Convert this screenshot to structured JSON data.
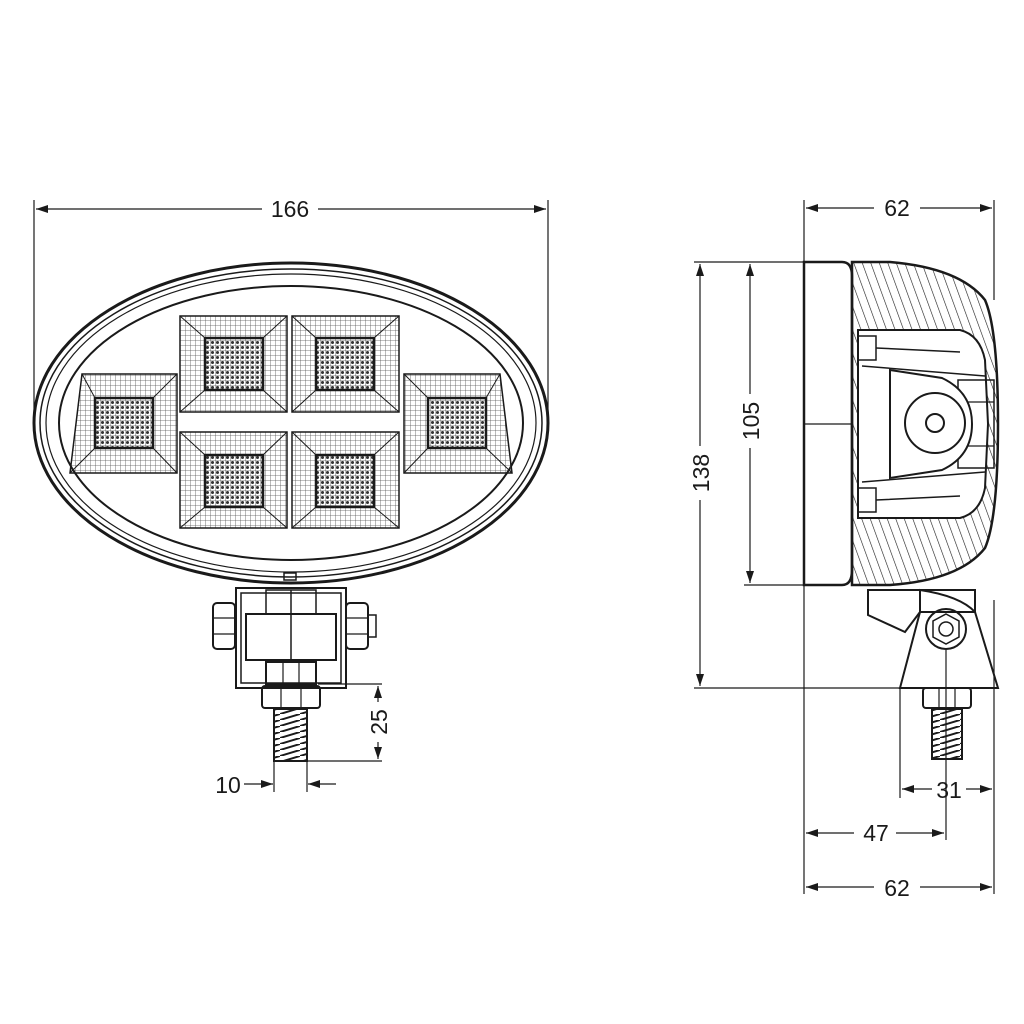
{
  "front_view": {
    "width_dim": "166",
    "thread_length_dim": "25",
    "thread_diameter_dim": "10"
  },
  "side_view": {
    "depth_dim": "62",
    "total_height_dim": "138",
    "lens_height_dim": "105",
    "bracket_width_dim": "31",
    "bracket_offset_dim": "47",
    "overall_depth_dim": "62"
  }
}
